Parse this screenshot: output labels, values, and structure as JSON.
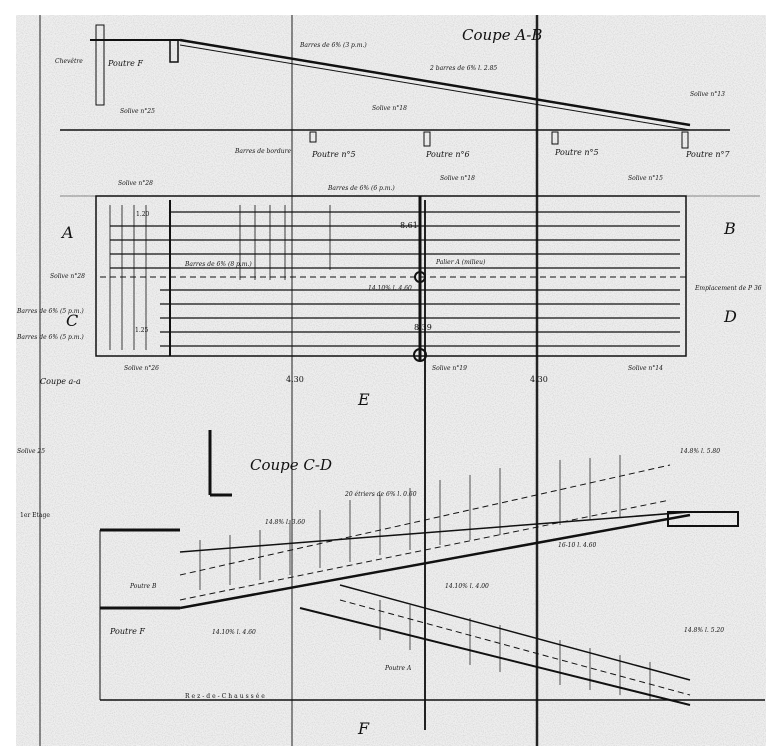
{
  "drawing": {
    "section_ab_title": "Coupe A-B",
    "section_cd_title": "Coupe C-D",
    "section_aa_title": "Coupe a-a",
    "section_letters": [
      "A",
      "B",
      "C",
      "D",
      "E",
      "F"
    ],
    "beams": {
      "poutre_f": "Poutre F",
      "poutre_5a": "Poutre n°5",
      "poutre_6": "Poutre n°6",
      "poutre_5b": "Poutre n°5",
      "poutre_7": "Poutre n°7",
      "poutre_b": "Poutre B",
      "poutre_a": "Poutre A"
    },
    "joists": {
      "solive_25": "Solive n°25",
      "solive_18_top": "Solive n°18",
      "solive_13": "Solive n°13",
      "solive_28_top": "Solive n°28",
      "solive_18_plan": "Solive n°18",
      "solive_15": "Solive n°15",
      "solive_28_side": "Solive n°28",
      "solive_26": "Solive n°26",
      "solive_19": "Solive n°19",
      "solive_14": "Solive n°14",
      "solive_25_side": "Solive 25"
    },
    "dimensions": {
      "d_861": "8.61",
      "d_839": "8.39",
      "d_430a": "4.30",
      "d_430b": "4.30",
      "d_125": "1.25",
      "d_120": "1.20"
    },
    "annotations": {
      "barres_top": "Barres de 6% (3 p.m.)",
      "barres_plan": "Barres de 6% (6 p.m.)",
      "barres_dist": "Barres de 6% (8 p.m.)",
      "barres_side1": "Barres de 6% (5 p.m.)",
      "barres_side2": "Barres de 6% (5 p.m.)",
      "chevetre": "Chevêtre",
      "barres_bords": "Barres de bordure",
      "emplacement": "Emplacement de P 36",
      "mid_note": "2 barres de 6% l. 2.85",
      "palier": "Palier A (milieu)",
      "note_etrier": "14.10% l. 4.60",
      "note_cd1": "14.8% l. 3.60",
      "note_cd2": "14.10% l. 4.60",
      "note_cd3": "14.8% l. 5.80",
      "note_cd4": "14.10% l. 4.00",
      "note_cd5": "14.8% l. 5.20",
      "note_cd6": "16-10 l. 4.60",
      "note_cd7": "20 étriers de 6% l. 0.60"
    },
    "floors": {
      "ground": "Rez-de-Chaussée",
      "first": "1er Etage"
    }
  }
}
